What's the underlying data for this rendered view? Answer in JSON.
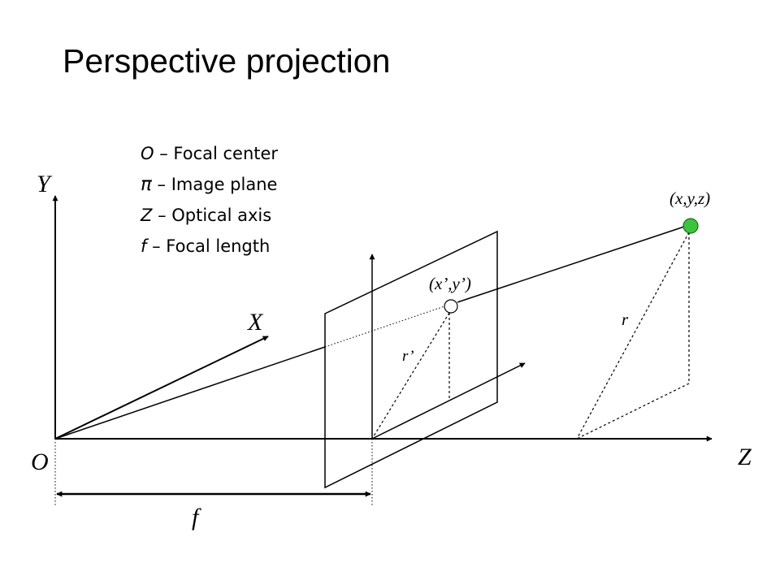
{
  "title": "Perspective projection",
  "legend": [
    {
      "symbol": "O",
      "separator": " – ",
      "text": "Focal center"
    },
    {
      "symbol": "π",
      "separator": " – ",
      "text": "Image plane"
    },
    {
      "symbol": "Z",
      "separator": " – ",
      "text": "Optical axis"
    },
    {
      "symbol": "f",
      "separator": " – ",
      "text": "Focal length"
    }
  ],
  "labels": {
    "y_axis": "Y",
    "x_axis": "X",
    "z_axis": "Z",
    "origin": "O",
    "focal_length": "f",
    "world_point": "(x,y,z)",
    "image_point": "(x’,y’)",
    "r_world": "r",
    "r_image": "r’"
  },
  "colors": {
    "point_fill": "#3cc43c",
    "point_stroke": "#1a6b1a",
    "ink": "#000000"
  }
}
